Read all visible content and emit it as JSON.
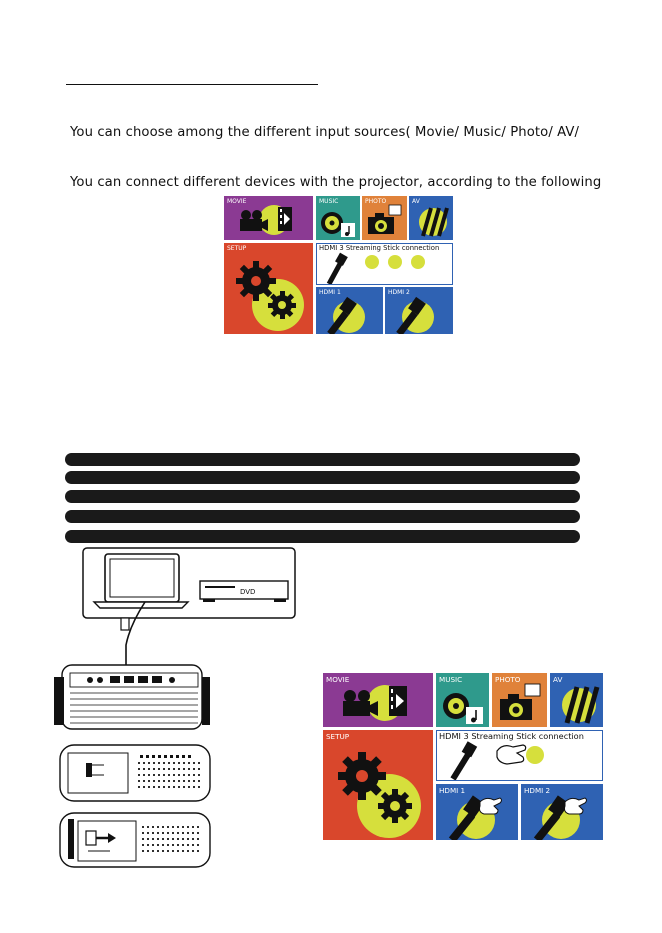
{
  "paragraphs": {
    "input_sources": "You can choose among the different input sources( Movie/ Music/ Photo/ AV/",
    "connect_devices": "You can connect different devices with the projector, according to the following"
  },
  "menu": {
    "movie": "MOVIE",
    "music": "MUSIC",
    "photo": "PHOTO",
    "av": "AV",
    "setup": "SETUP",
    "streaming": "HDMI 3 Streaming Stick connection",
    "hdmi1": "HDMI 1",
    "hdmi2": "HDMI 2"
  },
  "devices": {
    "dvd_label": "DVD"
  },
  "colors": {
    "movie": "#8b3a93",
    "music": "#2f9a8c",
    "photo": "#e0823a",
    "av": "#2f62b3",
    "setup": "#d9472c",
    "hdmi": "#2f62b3",
    "accent": "#d6df3c"
  }
}
